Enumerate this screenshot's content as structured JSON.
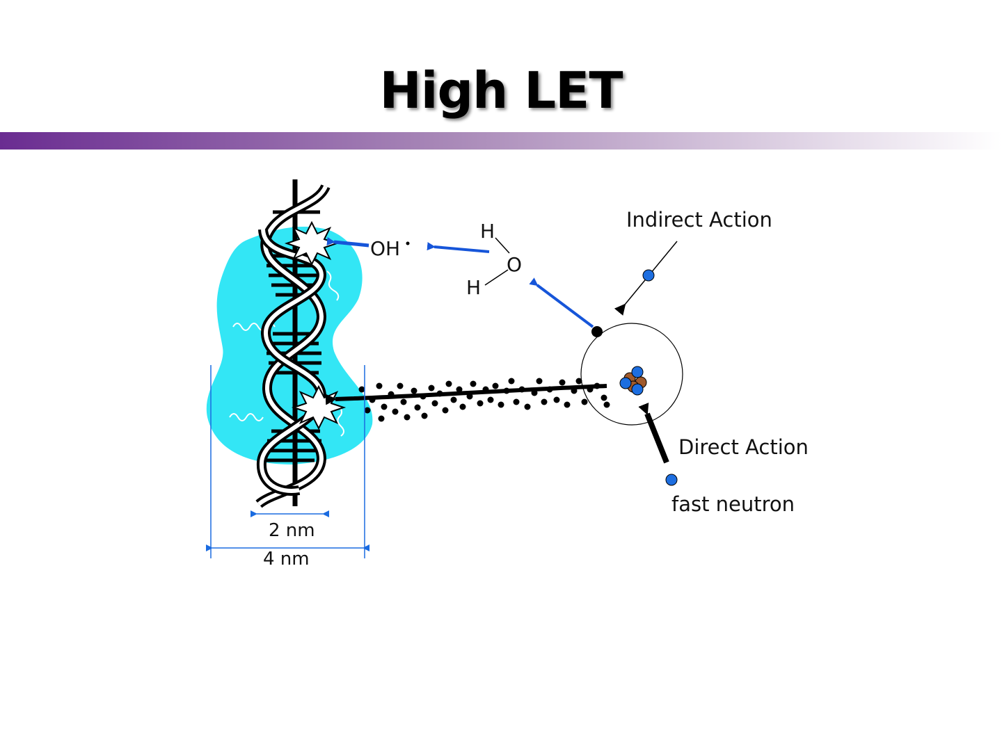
{
  "slide": {
    "title": "High LET"
  },
  "colors": {
    "title_bar_start": "#6a2c91",
    "title_bar_end": "#ffffff",
    "cell_fill": "#33e6f5",
    "arrow_blue": "#1655d9",
    "dimension_blue": "#1a6be0",
    "neutron_blue": "#1d6ee0",
    "proton_brown": "#a05a2c"
  },
  "diagram": {
    "radical_label": "OH",
    "water": {
      "h_top": "H",
      "o": "O",
      "h_bottom": "H"
    },
    "indirect_label": "Indirect Action",
    "direct_label": "Direct Action",
    "neutron_label": "fast neutron",
    "dim_inner": "2 nm",
    "dim_outer": "4 nm"
  }
}
